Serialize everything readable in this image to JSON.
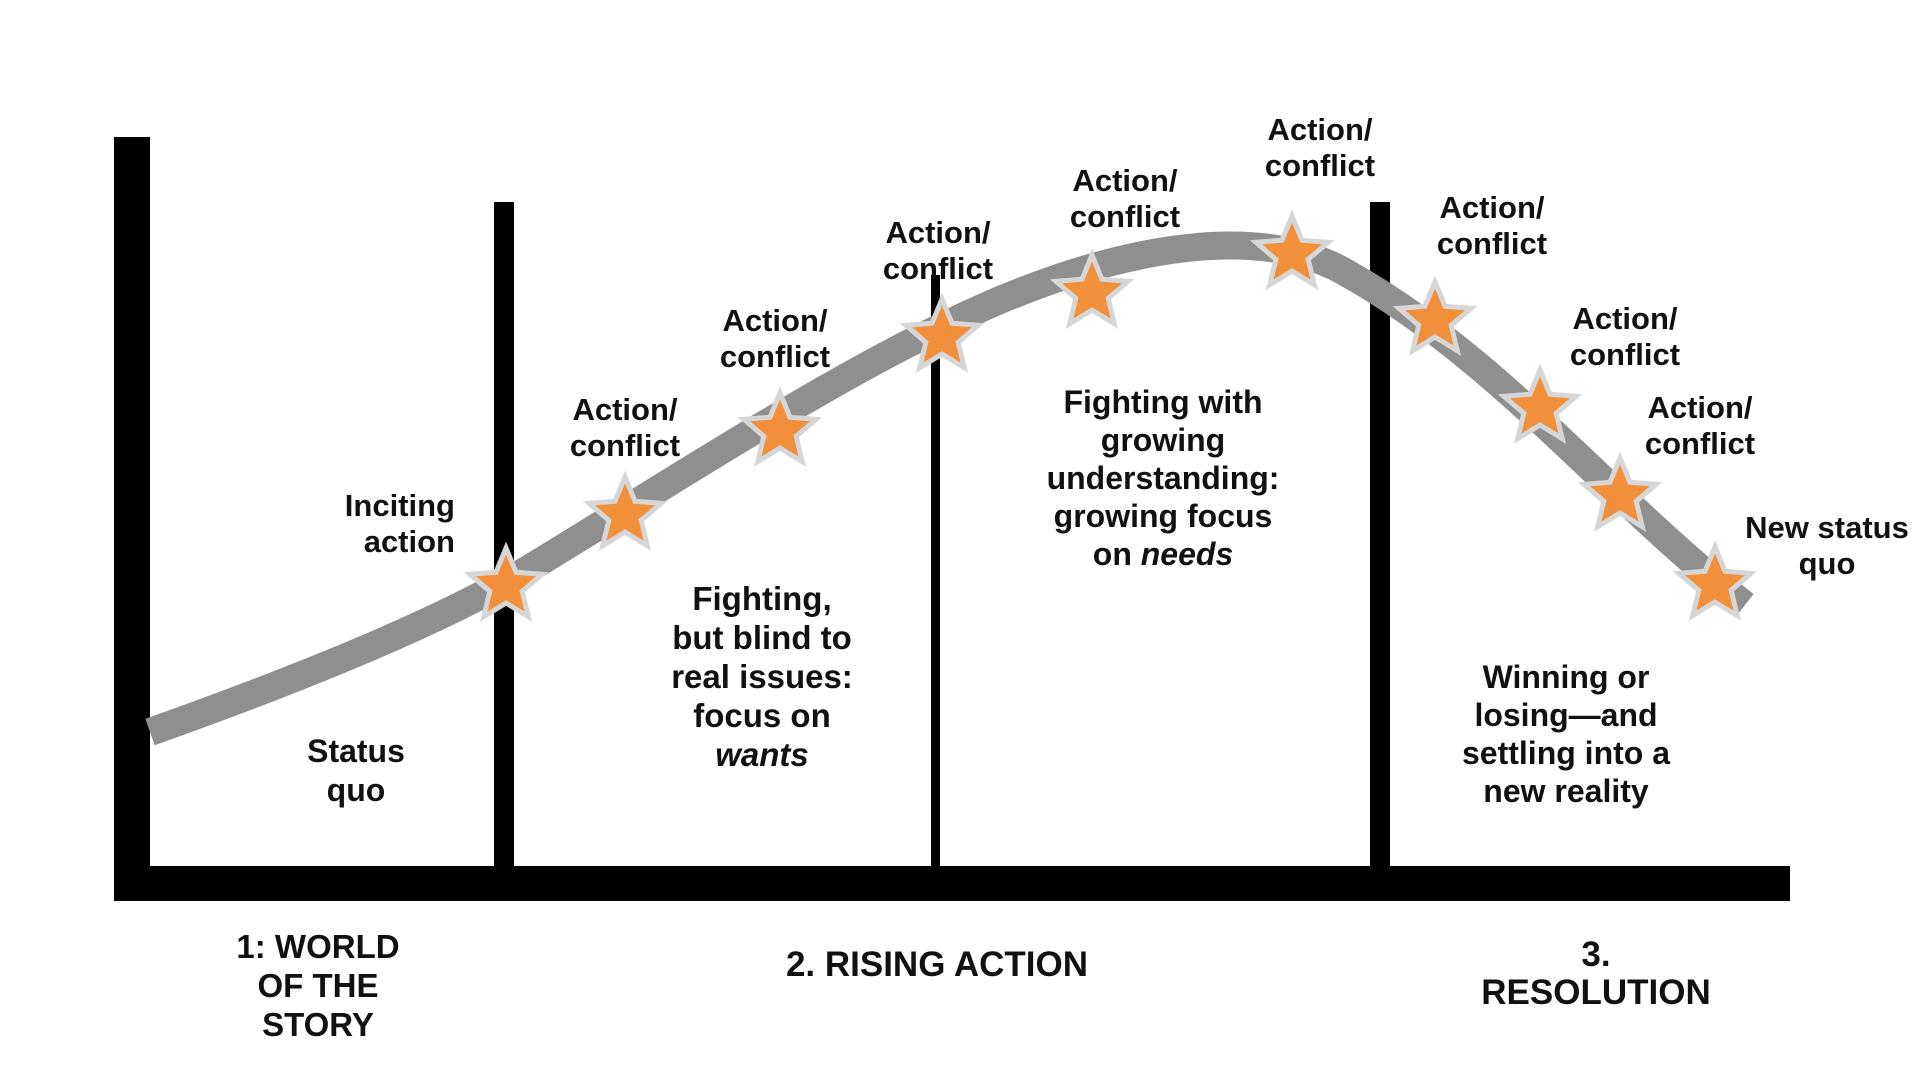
{
  "colors": {
    "background": "#ffffff",
    "axis": "#000000",
    "curve": "#8f8f8f",
    "star_fill": "#f28f3b",
    "star_outline": "#d6d6d6",
    "text": "#111111"
  },
  "stars": [
    {
      "name": "inciting-action",
      "label": [
        "Inciting",
        "action"
      ]
    },
    {
      "name": "action-conflict-1",
      "label": [
        "Action/",
        "conflict"
      ]
    },
    {
      "name": "action-conflict-2",
      "label": [
        "Action/",
        "conflict"
      ]
    },
    {
      "name": "action-conflict-3",
      "label": [
        "Action/",
        "conflict"
      ]
    },
    {
      "name": "action-conflict-4",
      "label": [
        "Action/",
        "conflict"
      ]
    },
    {
      "name": "action-conflict-5",
      "label": [
        "Action/",
        "conflict"
      ]
    },
    {
      "name": "action-conflict-6",
      "label": [
        "Action/",
        "conflict"
      ]
    },
    {
      "name": "action-conflict-7",
      "label": [
        "Action/",
        "conflict"
      ]
    },
    {
      "name": "action-conflict-8",
      "label": [
        "Action/",
        "conflict"
      ]
    },
    {
      "name": "new-status-quo",
      "label": [
        "New status",
        "quo"
      ]
    }
  ],
  "region_notes": [
    {
      "name": "status-quo-note",
      "lines": [
        {
          "t": "Status"
        },
        {
          "t": "quo"
        }
      ]
    },
    {
      "name": "wants-note",
      "lines": [
        {
          "t": "Fighting,"
        },
        {
          "t": "but blind to"
        },
        {
          "t": "real issues:"
        },
        {
          "t": "focus on"
        },
        {
          "t": "wants",
          "i": true
        }
      ]
    },
    {
      "name": "needs-note",
      "lines": [
        {
          "t": "Fighting with"
        },
        {
          "t": "growing"
        },
        {
          "t": "understanding:"
        },
        {
          "t": "growing focus"
        },
        {
          "t": "on ",
          "em": "needs"
        }
      ]
    },
    {
      "name": "resolution-note",
      "lines": [
        {
          "t": "Winning or"
        },
        {
          "t": "losing—and"
        },
        {
          "t": "settling into a"
        },
        {
          "t": "new reality"
        }
      ]
    }
  ],
  "acts": [
    {
      "name": "act-1-label",
      "lines": [
        "1: WORLD",
        "OF THE",
        "STORY"
      ]
    },
    {
      "name": "act-2-label",
      "lines": [
        "2. RISING ACTION"
      ]
    },
    {
      "name": "act-3-label",
      "lines": [
        "3.",
        "RESOLUTION"
      ]
    }
  ]
}
